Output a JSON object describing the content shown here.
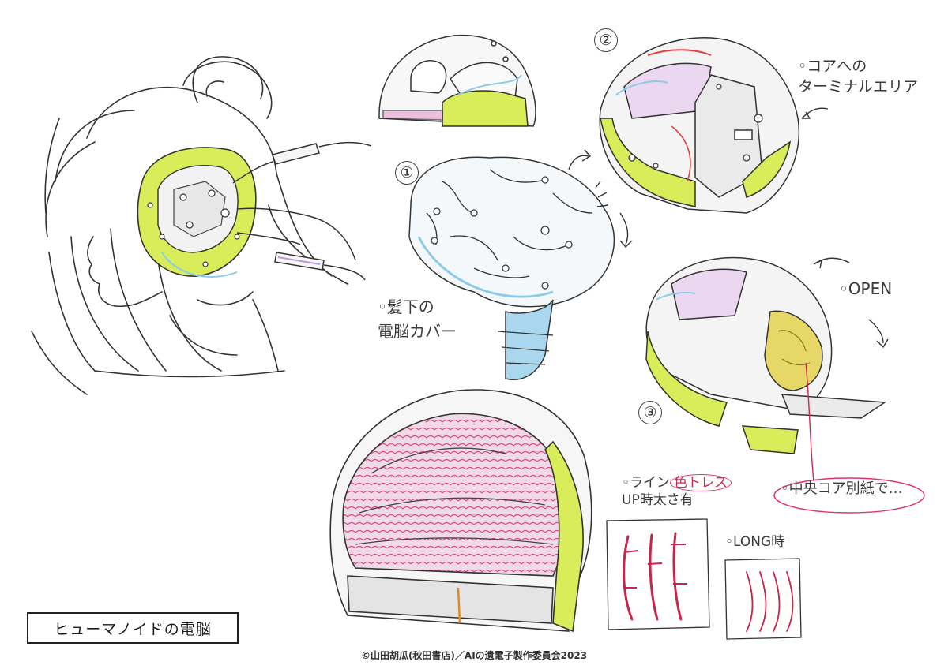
{
  "title_box": "ヒューマノイドの電脳",
  "copyright": "©山田胡瓜(秋田書店)／AIの遺電子製作委員会2023",
  "figure_numbers": [
    "①",
    "②",
    "③"
  ],
  "notes": {
    "hair_cover_line1": "◦髪下の",
    "hair_cover_line2": "電脳カバー",
    "core_terminal_line1": "◦コアへの",
    "core_terminal_line2": "ターミナルエリア",
    "open": "◦OPEN",
    "line_prefix": "◦ライン",
    "line_highlight": "色トレス",
    "line_up": "UP時太さ有",
    "long": "◦LONG時",
    "core_separate": "◦中央コア別紙で…"
  },
  "colors": {
    "ink": "#3a3a3a",
    "yellow_green": "#d9ec5a",
    "blue": "#8ecbe8",
    "pink": "#e7a9d4",
    "red_line": "#c8244c",
    "marker_pink": "#e0346a"
  },
  "icons": [
    "arrow-curved-icon",
    "jack-plug-icon"
  ]
}
